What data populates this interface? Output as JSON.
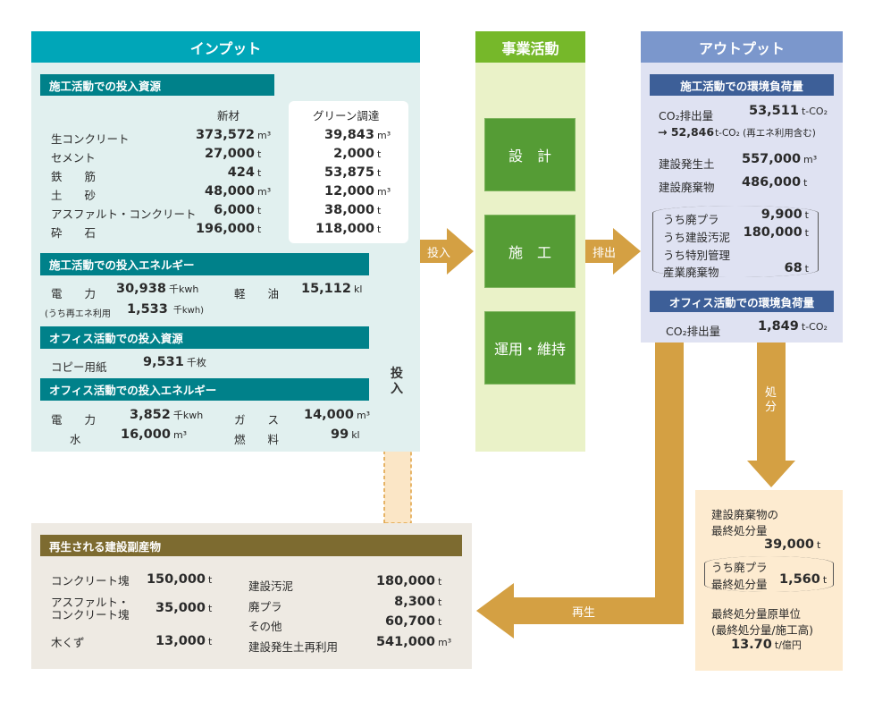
{
  "input": {
    "title": "インプット",
    "construction_resources": {
      "title": "施工活動での投入資源",
      "col_new": "新材",
      "col_green": "グリーン調達",
      "rows": [
        {
          "label": "生コンクリート",
          "new": "373,572",
          "new_unit": "m³",
          "green": "39,843",
          "green_unit": "m³"
        },
        {
          "label": "セメント",
          "new": "27,000",
          "new_unit": "t",
          "green": "2,000",
          "green_unit": "t"
        },
        {
          "label": "鉄　　筋",
          "new": "424",
          "new_unit": "t",
          "green": "53,875",
          "green_unit": "t"
        },
        {
          "label": "土　　砂",
          "new": "48,000",
          "new_unit": "m³",
          "green": "12,000",
          "green_unit": "m³"
        },
        {
          "label": "アスファルト・コンクリート",
          "new": "6,000",
          "new_unit": "t",
          "green": "38,000",
          "green_unit": "t"
        },
        {
          "label": "砕　　石",
          "new": "196,000",
          "new_unit": "t",
          "green": "118,000",
          "green_unit": "t"
        }
      ]
    },
    "construction_energy": {
      "title": "施工活動での投入エネルギー",
      "electricity_label": "電　　力",
      "electricity": "30,938",
      "electricity_unit": "千kwh",
      "diesel_label": "軽　　油",
      "diesel": "15,112",
      "diesel_unit": "kl",
      "renewable_label": "(うち再エネ利用",
      "renewable": "1,533",
      "renewable_unit": "千kwh)"
    },
    "office_resources": {
      "title": "オフィス活動での投入資源",
      "paper_label": "コピー用紙",
      "paper": "9,531",
      "paper_unit": "千枚"
    },
    "office_energy": {
      "title": "オフィス活動での投入エネルギー",
      "electricity_label": "電　　力",
      "electricity": "3,852",
      "electricity_unit": "千kwh",
      "gas_label": "ガ　　ス",
      "gas": "14,000",
      "gas_unit": "m³",
      "water_label": "水",
      "water": "16,000",
      "water_unit": "m³",
      "fuel_label": "燃　　料",
      "fuel": "99",
      "fuel_unit": "kl"
    }
  },
  "business": {
    "title": "事業活動",
    "steps": [
      "設　計",
      "施　工",
      "運用・維持"
    ]
  },
  "arrows": {
    "input": "投入",
    "emit": "排出",
    "input_up": "投入",
    "disposal": "処分",
    "recycle": "再生"
  },
  "output": {
    "title": "アウトプット",
    "construction_load": {
      "title": "施工活動での環境負荷量",
      "co2_label": "CO₂排出量",
      "co2": "53,511",
      "co2_unit": "t-CO₂",
      "co2_renew": "→ 52,846",
      "co2_renew_unit": "t-CO₂ (再エネ利用含む)",
      "soil_label": "建設発生土",
      "soil": "557,000",
      "soil_unit": "m³",
      "waste_label": "建設廃棄物",
      "waste": "486,000",
      "waste_unit": "t",
      "plastic_label": "うち廃プラ",
      "plastic": "9,900",
      "plastic_unit": "t",
      "sludge_label": "うち建設汚泥",
      "sludge": "180,000",
      "sludge_unit": "t",
      "special_label1": "うち特別管理",
      "special_label2": "産業廃棄物",
      "special": "68",
      "special_unit": "t"
    },
    "office_load": {
      "title": "オフィス活動での環境負荷量",
      "co2_label": "CO₂排出量",
      "co2": "1,849",
      "co2_unit": "t-CO₂"
    }
  },
  "final": {
    "l1": "建設廃棄物の",
    "l2": "最終処分量",
    "value": "39,000",
    "unit": "t",
    "plastic_l1": "うち廃プラ",
    "plastic_l2": "最終処分量",
    "plastic": "1,560",
    "plastic_unit": "t",
    "rate_l1": "最終処分量原単位",
    "rate_l2": "(最終処分量/施工高)",
    "rate": "13.70",
    "rate_unit": "t/億円"
  },
  "recycled": {
    "title": "再生される建設副産物",
    "left": [
      {
        "label": "コンクリート塊",
        "value": "150,000",
        "unit": "t"
      },
      {
        "label": "アスファルト・\nコンクリート塊",
        "value": "35,000",
        "unit": "t"
      },
      {
        "label": "木くず",
        "value": "13,000",
        "unit": "t"
      }
    ],
    "right": [
      {
        "label": "建設汚泥",
        "value": "180,000",
        "unit": "t"
      },
      {
        "label": "廃プラ",
        "value": "8,300",
        "unit": "t"
      },
      {
        "label": "その他",
        "value": "60,700",
        "unit": "t"
      },
      {
        "label": "建設発生土再利用",
        "value": "541,000",
        "unit": "m³"
      }
    ]
  }
}
